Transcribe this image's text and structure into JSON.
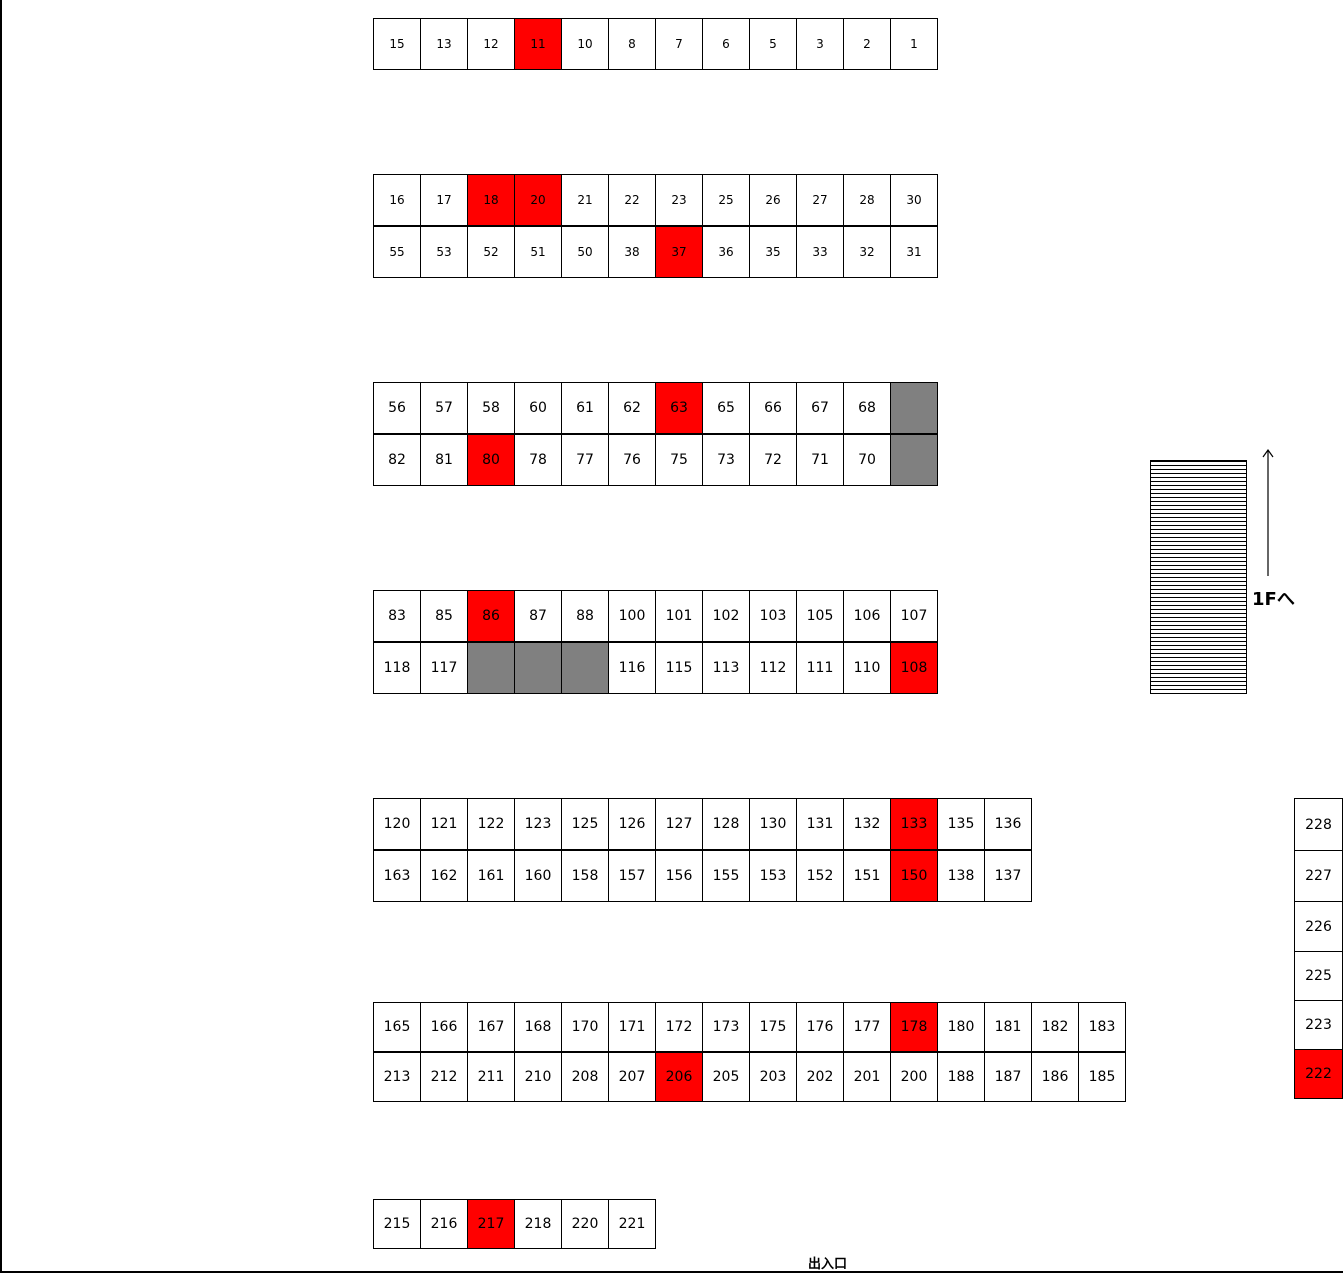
{
  "colors": {
    "occupied": "#ff0000",
    "blocked": "#808080",
    "available": "#ffffff"
  },
  "blocks": [
    {
      "rows": [
        [
          {
            "label": "15"
          },
          {
            "label": "13"
          },
          {
            "label": "12"
          },
          {
            "label": "11",
            "status": "occupied"
          },
          {
            "label": "10"
          },
          {
            "label": "8"
          },
          {
            "label": "7"
          },
          {
            "label": "6"
          },
          {
            "label": "5"
          },
          {
            "label": "3"
          },
          {
            "label": "2"
          },
          {
            "label": "1"
          }
        ]
      ]
    },
    {
      "rows": [
        [
          {
            "label": "16"
          },
          {
            "label": "17"
          },
          {
            "label": "18",
            "status": "occupied"
          },
          {
            "label": "20",
            "status": "occupied"
          },
          {
            "label": "21"
          },
          {
            "label": "22"
          },
          {
            "label": "23"
          },
          {
            "label": "25"
          },
          {
            "label": "26"
          },
          {
            "label": "27"
          },
          {
            "label": "28"
          },
          {
            "label": "30"
          }
        ],
        [
          {
            "label": "55"
          },
          {
            "label": "53"
          },
          {
            "label": "52"
          },
          {
            "label": "51"
          },
          {
            "label": "50"
          },
          {
            "label": "38"
          },
          {
            "label": "37",
            "status": "occupied"
          },
          {
            "label": "36"
          },
          {
            "label": "35"
          },
          {
            "label": "33"
          },
          {
            "label": "32"
          },
          {
            "label": "31"
          }
        ]
      ]
    },
    {
      "rows": [
        [
          {
            "label": "56"
          },
          {
            "label": "57"
          },
          {
            "label": "58"
          },
          {
            "label": "60"
          },
          {
            "label": "61"
          },
          {
            "label": "62"
          },
          {
            "label": "63",
            "status": "occupied"
          },
          {
            "label": "65"
          },
          {
            "label": "66"
          },
          {
            "label": "67"
          },
          {
            "label": "68"
          },
          {
            "label": "",
            "status": "blocked"
          }
        ],
        [
          {
            "label": "82"
          },
          {
            "label": "81"
          },
          {
            "label": "80",
            "status": "occupied"
          },
          {
            "label": "78"
          },
          {
            "label": "77"
          },
          {
            "label": "76"
          },
          {
            "label": "75"
          },
          {
            "label": "73"
          },
          {
            "label": "72"
          },
          {
            "label": "71"
          },
          {
            "label": "70"
          },
          {
            "label": "",
            "status": "blocked"
          }
        ]
      ]
    },
    {
      "rows": [
        [
          {
            "label": "83"
          },
          {
            "label": "85"
          },
          {
            "label": "86",
            "status": "occupied"
          },
          {
            "label": "87"
          },
          {
            "label": "88"
          },
          {
            "label": "100"
          },
          {
            "label": "101"
          },
          {
            "label": "102"
          },
          {
            "label": "103"
          },
          {
            "label": "105"
          },
          {
            "label": "106"
          },
          {
            "label": "107"
          }
        ],
        [
          {
            "label": "118"
          },
          {
            "label": "117"
          },
          {
            "label": "",
            "status": "blocked"
          },
          {
            "label": "",
            "status": "blocked"
          },
          {
            "label": "",
            "status": "blocked"
          },
          {
            "label": "116"
          },
          {
            "label": "115"
          },
          {
            "label": "113"
          },
          {
            "label": "112"
          },
          {
            "label": "111"
          },
          {
            "label": "110"
          },
          {
            "label": "108",
            "status": "occupied"
          }
        ]
      ]
    },
    {
      "rows": [
        [
          {
            "label": "120"
          },
          {
            "label": "121"
          },
          {
            "label": "122"
          },
          {
            "label": "123"
          },
          {
            "label": "125"
          },
          {
            "label": "126"
          },
          {
            "label": "127"
          },
          {
            "label": "128"
          },
          {
            "label": "130"
          },
          {
            "label": "131"
          },
          {
            "label": "132"
          },
          {
            "label": "133",
            "status": "occupied"
          },
          {
            "label": "135"
          },
          {
            "label": "136"
          }
        ],
        [
          {
            "label": "163"
          },
          {
            "label": "162"
          },
          {
            "label": "161"
          },
          {
            "label": "160"
          },
          {
            "label": "158"
          },
          {
            "label": "157"
          },
          {
            "label": "156"
          },
          {
            "label": "155"
          },
          {
            "label": "153"
          },
          {
            "label": "152"
          },
          {
            "label": "151"
          },
          {
            "label": "150",
            "status": "occupied"
          },
          {
            "label": "138"
          },
          {
            "label": "137"
          }
        ]
      ]
    },
    {
      "rows": [
        [
          {
            "label": "165"
          },
          {
            "label": "166"
          },
          {
            "label": "167"
          },
          {
            "label": "168"
          },
          {
            "label": "170"
          },
          {
            "label": "171"
          },
          {
            "label": "172"
          },
          {
            "label": "173"
          },
          {
            "label": "175"
          },
          {
            "label": "176"
          },
          {
            "label": "177"
          },
          {
            "label": "178",
            "status": "occupied"
          },
          {
            "label": "180"
          },
          {
            "label": "181"
          },
          {
            "label": "182"
          },
          {
            "label": "183"
          }
        ],
        [
          {
            "label": "213"
          },
          {
            "label": "212"
          },
          {
            "label": "211"
          },
          {
            "label": "210"
          },
          {
            "label": "208"
          },
          {
            "label": "207"
          },
          {
            "label": "206",
            "status": "occupied"
          },
          {
            "label": "205"
          },
          {
            "label": "203"
          },
          {
            "label": "202"
          },
          {
            "label": "201"
          },
          {
            "label": "200"
          },
          {
            "label": "188"
          },
          {
            "label": "187"
          },
          {
            "label": "186"
          },
          {
            "label": "185"
          }
        ]
      ]
    },
    {
      "rows": [
        [
          {
            "label": "215"
          },
          {
            "label": "216"
          },
          {
            "label": "217",
            "status": "occupied"
          },
          {
            "label": "218"
          },
          {
            "label": "220"
          },
          {
            "label": "221"
          }
        ]
      ]
    }
  ],
  "side_column": [
    {
      "label": "228"
    },
    {
      "label": "227"
    },
    {
      "label": "226"
    },
    {
      "label": "225"
    },
    {
      "label": "223"
    },
    {
      "label": "222",
      "status": "occupied"
    }
  ],
  "stairs_label": "1Fへ",
  "entrance_label": "出入口"
}
